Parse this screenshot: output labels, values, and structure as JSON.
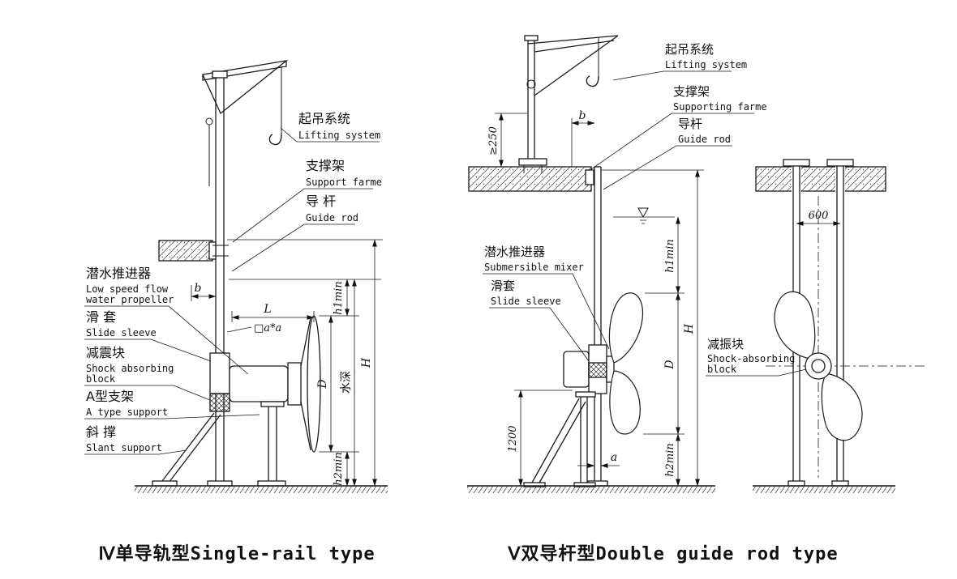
{
  "figures": {
    "left": {
      "caption": "Ⅳ单导轨型Single-rail type",
      "labels": {
        "lifting_system": {
          "cn": "起吊系统",
          "en": "Lifting system"
        },
        "support_frame": {
          "cn": "支撑架",
          "en": "Support farme"
        },
        "guide_rod": {
          "cn": "导 杆",
          "en": "Guide rod"
        },
        "propeller": {
          "cn": "潜水推进器",
          "en1": "Low speed flow",
          "en2": "water propeller"
        },
        "slide_sleeve": {
          "cn": "滑 套",
          "en": "Slide sleeve"
        },
        "shock_block": {
          "cn": "减震块",
          "en1": "Shock absorbing",
          "en2": "block"
        },
        "a_support": {
          "cn": "A型支架",
          "en": "A type support"
        },
        "slant_support": {
          "cn": "斜 撑",
          "en": "Slant support"
        }
      },
      "dims": {
        "b": "b",
        "L": "L",
        "a_section": "□a*a",
        "h1min": "h1min",
        "D": "D",
        "water_depth": "水深",
        "H": "H",
        "h2min": "h2min"
      }
    },
    "right": {
      "caption": "Ⅴ双导杆型Double guide rod type",
      "labels": {
        "lifting_system": {
          "cn": "起吊系统",
          "en": "Lifting system"
        },
        "support_frame": {
          "cn": "支撑架",
          "en": "Supporting farme"
        },
        "guide_rod": {
          "cn": "导杆",
          "en": "Guide rod"
        },
        "mixer": {
          "cn": "潜水推进器",
          "en": "Submersible mixer"
        },
        "slide_sleeve": {
          "cn": "滑套",
          "en": "Slide sleeve"
        },
        "shock_block": {
          "cn": "减振块",
          "en1": "Shock-absorbing",
          "en2": "block"
        }
      },
      "dims": {
        "min250": "≥250",
        "b": "b",
        "h1min": "h1min",
        "H": "H",
        "D": "D",
        "d1200": "1200",
        "a": "a",
        "h2min": "h2min",
        "c600": "600"
      }
    }
  }
}
